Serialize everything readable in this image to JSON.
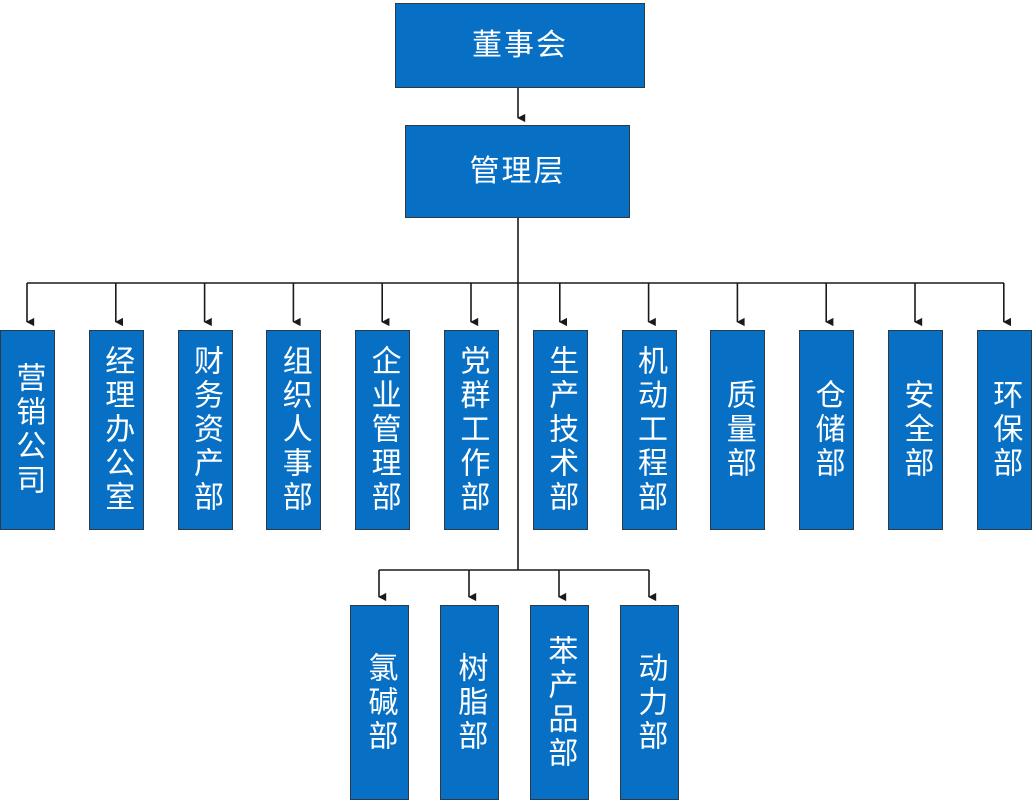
{
  "chart_title": "",
  "theme": {
    "node_fill": "#0770C4",
    "node_border": "#2b3a46",
    "node_text": "#ffffff",
    "connector": "#1a1a1a",
    "background": "#ffffff"
  },
  "nodes": {
    "board": {
      "label": "董事会",
      "level": 1
    },
    "management": {
      "label": "管理层",
      "level": 2
    }
  },
  "departments": [
    {
      "label": "营销公司"
    },
    {
      "label": "经理办公室"
    },
    {
      "label": "财务资产部"
    },
    {
      "label": "组织人事部"
    },
    {
      "label": "企业管理部"
    },
    {
      "label": "党群工作部"
    },
    {
      "label": "生产技术部"
    },
    {
      "label": "机动工程部"
    },
    {
      "label": "质量部"
    },
    {
      "label": "仓储部"
    },
    {
      "label": "安全部"
    },
    {
      "label": "环保部"
    }
  ],
  "production_units": [
    {
      "label": "氯碱部"
    },
    {
      "label": "树脂部"
    },
    {
      "label": "苯产品部"
    },
    {
      "label": "动力部"
    }
  ]
}
